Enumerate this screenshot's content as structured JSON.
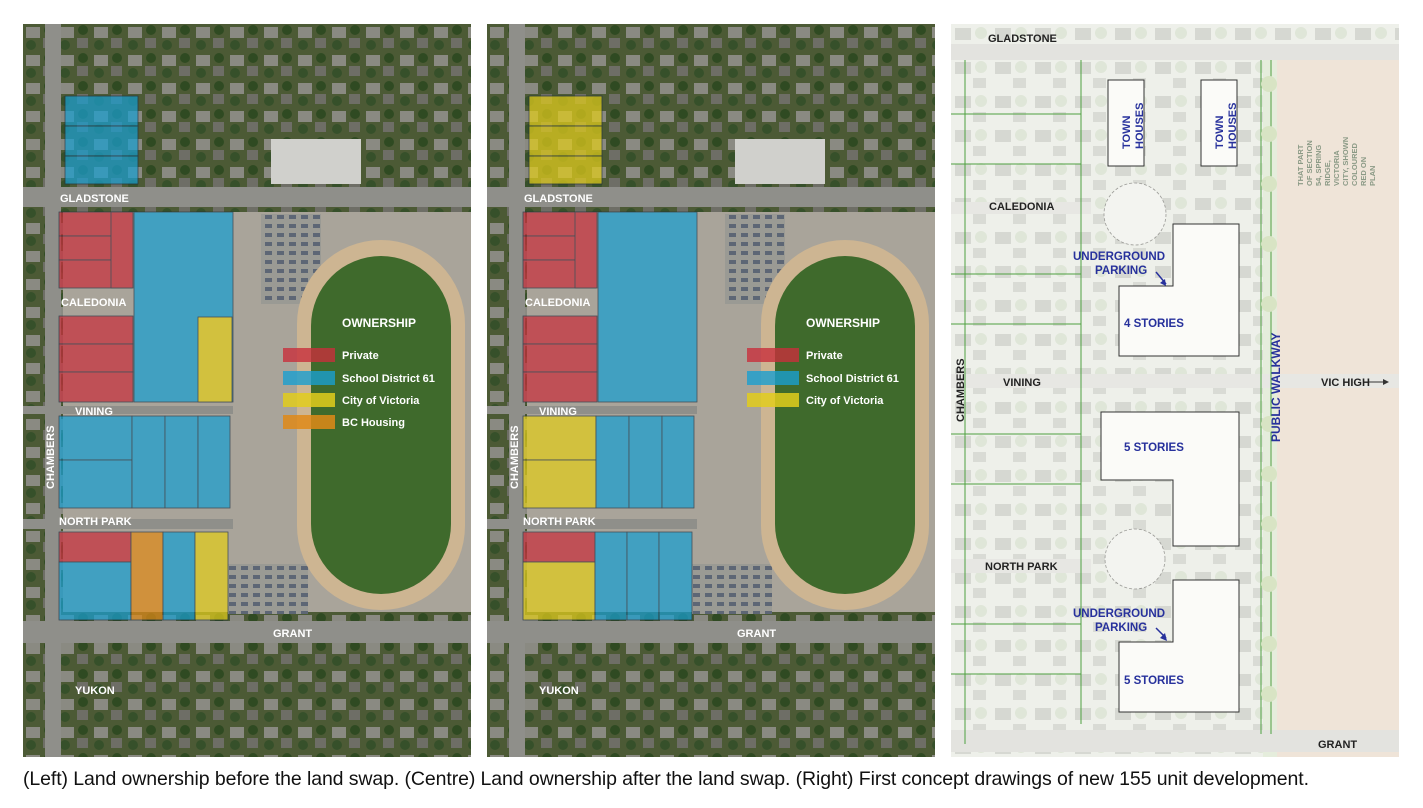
{
  "colors": {
    "private": "#c8303c",
    "school": "#1a9fd0",
    "city": "#e2cd1c",
    "bc_housing": "#df8a18",
    "grass": "#3f6a2c",
    "track": "#cdb592",
    "concept_blue": "#27319c"
  },
  "streets": {
    "gladstone": "GLADSTONE",
    "caledonia": "CALEDONIA",
    "vining": "VINING",
    "chambers": "CHAMBERS",
    "north_park": "NORTH PARK",
    "grant": "GRANT",
    "yukon": "YUKON"
  },
  "legend": {
    "title": "OWNERSHIP",
    "private": "Private",
    "school": "School District 61",
    "city": "City of Victoria",
    "bc_housing": "BC Housing"
  },
  "concept": {
    "town_houses_a_1": "TOWN",
    "town_houses_a_2": "HOUSES",
    "town_houses_b_1": "TOWN",
    "town_houses_b_2": "HOUSES",
    "underground_parking_top_1": "UNDERGROUND",
    "underground_parking_top_2": "PARKING",
    "underground_parking_bottom_1": "UNDERGROUND",
    "underground_parking_bottom_2": "PARKING",
    "building_a": "4 STORIES",
    "building_b": "5 STORIES",
    "building_c": "5 STORIES",
    "public_walkway": "PUBLIC WALKWAY",
    "vic_high": "VIC HIGH",
    "note_lines": [
      "THAT PART",
      "OF SECTION",
      "54, SPRING",
      "RIDGE,",
      "VICTORIA",
      "CITY, SHOWN",
      "COLOURED",
      "RED ON",
      "PLAN"
    ]
  },
  "caption": "(Left) Land ownership before the land swap. (Centre) Land ownership after the land swap. (Right) First concept drawings of new 155 unit development."
}
